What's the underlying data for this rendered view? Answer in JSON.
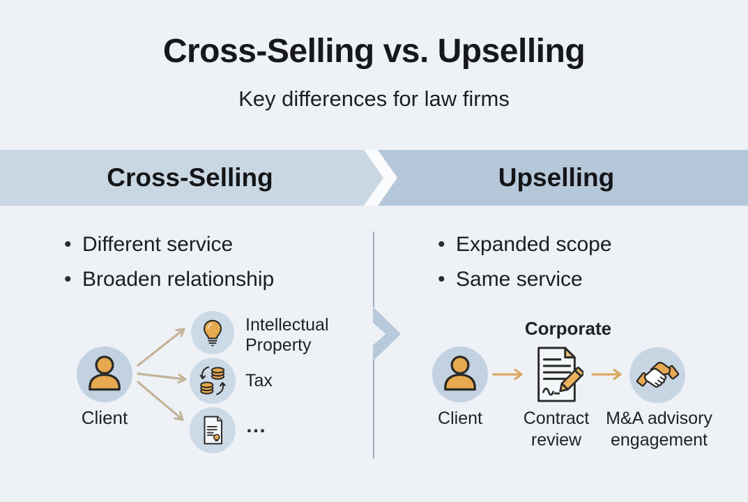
{
  "header": {
    "title": "Cross-Selling vs. Upselling",
    "subtitle": "Key differences for law firms"
  },
  "banner": {
    "left_label": "Cross-Selling",
    "right_label": "Upselling"
  },
  "left_panel": {
    "bullets": [
      "Different service",
      "Broaden relationship"
    ],
    "client_label": "Client",
    "services": [
      {
        "label": "Intellectual Property",
        "icon": "lightbulb-icon"
      },
      {
        "label": "Tax",
        "icon": "coins-exchange-icon"
      },
      {
        "label": "…",
        "icon": "document-icon"
      }
    ]
  },
  "right_panel": {
    "bullets": [
      "Expanded scope",
      "Same service"
    ],
    "category_label": "Corporate",
    "steps": [
      {
        "label": "Client",
        "icon": "person-icon"
      },
      {
        "label": "Contract review",
        "icon": "contract-signing-icon"
      },
      {
        "label": "M&A advisory engagement",
        "icon": "handshake-icon"
      }
    ]
  },
  "style": {
    "bullet_char": "•",
    "background": "#eef1f6",
    "band_left_color": "#c9d7e3",
    "band_right_color": "#b5c8d9",
    "circle_fill": "#c8d6e4",
    "accent_orange": "#e6a94f",
    "arrow_tan": "#c3b497",
    "arrow_orange": "#d9a95f",
    "divider_color": "#a0acb9"
  }
}
